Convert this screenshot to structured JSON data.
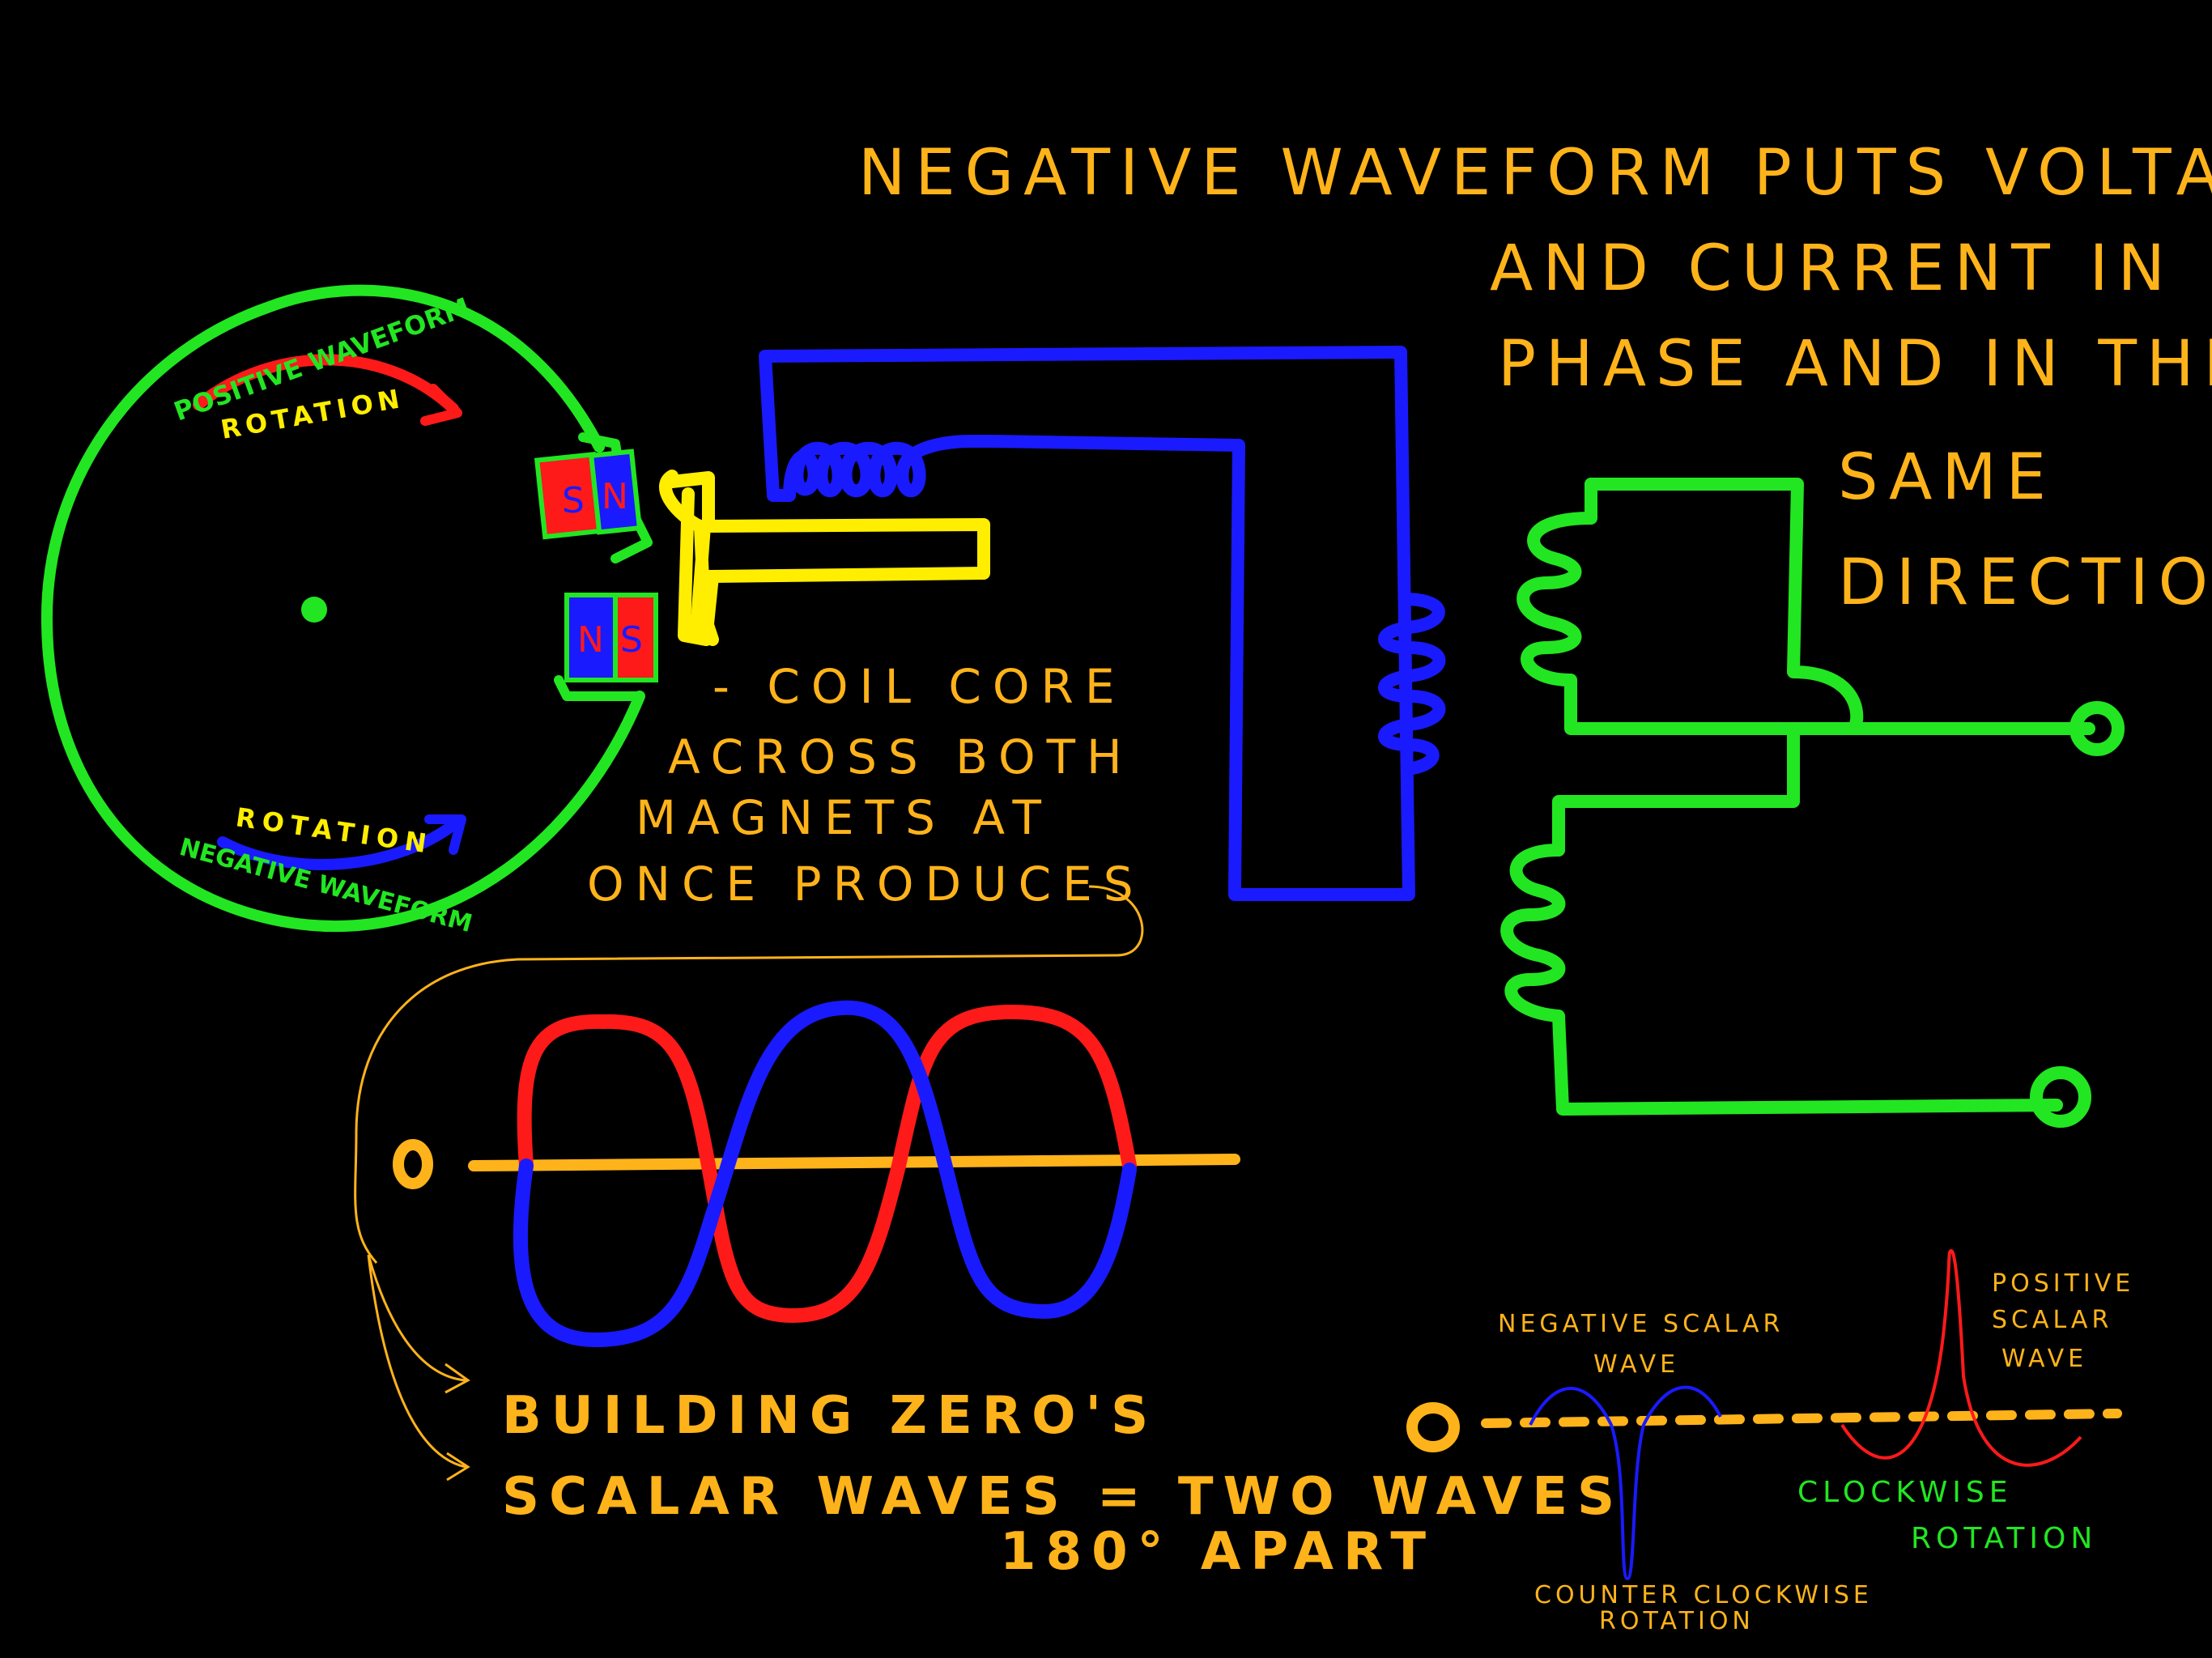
{
  "colors": {
    "background": "#000000",
    "green": "#22e622",
    "blue": "#1a1aff",
    "red": "#ff1a1a",
    "yellow": "#ffee00",
    "orange": "#ffb31a"
  },
  "title_lines": [
    "NEGATIVE WAVEFORM PUTS VOLTAGE",
    "AND CURRENT IN",
    "PHASE AND IN THE",
    "SAME",
    "DIRECTION"
  ],
  "rotor": {
    "positive_waveform": "POSITIVE WAVEFORM",
    "positive_rotation": "ROTATION",
    "negative_rotation": "ROTATION",
    "negative_waveform": "NEGATIVE WAVEFORM"
  },
  "magnets": {
    "top_left": "S",
    "top_right": "N",
    "bottom_left": "N",
    "bottom_right": "S"
  },
  "coil_core_note": [
    "- COIL CORE",
    "ACROSS BOTH",
    "MAGNETS AT",
    "ONCE PRODUCES"
  ],
  "zero_label": "0",
  "building_note": [
    "BUILDING ZERO'S",
    "SCALAR WAVES = TWO WAVES",
    "180° APART"
  ],
  "scalar_legend": {
    "zero_label": "0",
    "negative_label": [
      "NEGATIVE SCALAR",
      "WAVE"
    ],
    "negative_rotation": [
      "COUNTER CLOCKWISE",
      "ROTATION"
    ],
    "positive_label": [
      "POSITIVE",
      "SCALAR",
      "WAVE"
    ],
    "positive_rotation": [
      "CLOCKWISE",
      "ROTATION"
    ]
  }
}
